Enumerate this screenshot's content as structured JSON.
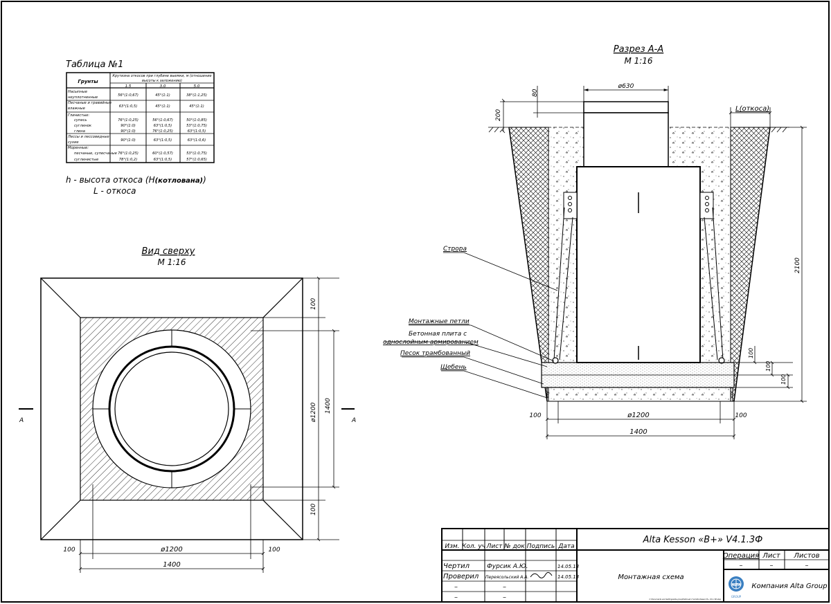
{
  "table": {
    "title": "Таблица №1",
    "col_group": "Грунты",
    "col_header_line1": "Крутизна откосов при глубине выемки, м (отношение",
    "col_header_line2": "высоты к заложению)",
    "depths": [
      "1.5",
      "3.0",
      "5.0"
    ],
    "rows": [
      {
        "name": [
          "Насыпные",
          "неуплотненные"
        ],
        "v": [
          "56°(1:0,67)",
          "45°(1:1)",
          "38°(1:1,25)"
        ]
      },
      {
        "name": [
          "Песчаные и гравийные",
          "влажные"
        ],
        "v": [
          "63°(1:0,5)",
          "45°(1:1)",
          "45°(1:1)"
        ]
      },
      {
        "name": [
          "Глинистые:"
        ],
        "v": [
          "",
          "",
          ""
        ]
      },
      {
        "name": [
          "супесь"
        ],
        "v": [
          "76°(1:0,25)",
          "56°(1:0,67)",
          "50°(1:0,85)"
        ]
      },
      {
        "name": [
          "суглинок"
        ],
        "v": [
          "90°(1:0)",
          "63°(1:0,5)",
          "53°(1:0,75)"
        ]
      },
      {
        "name": [
          "глина"
        ],
        "v": [
          "90°(1:0)",
          "76°(1:0,25)",
          "63°(1:0,5)"
        ]
      },
      {
        "name": [
          "Лессы и лессовидные",
          "сухие"
        ],
        "v": [
          "90°(1:0)",
          "63°(1:0,5)",
          "63°(1:0,6)"
        ]
      },
      {
        "name": [
          "Моренные:"
        ],
        "v": [
          "",
          "",
          ""
        ]
      },
      {
        "name": [
          "песчаные, супесчаные"
        ],
        "v": [
          "76°(1:0,25)",
          "60°(1:0,57)",
          "53°(1:0,75)"
        ]
      },
      {
        "name": [
          "суглинистые"
        ],
        "v": [
          "78°(1:0,2)",
          "63°(1:0,5)",
          "57°(1:0,65)"
        ]
      }
    ]
  },
  "legend": {
    "line1": "h - высота откоса (H",
    "line1_sub": "(котлована)",
    "line1_end": ")",
    "line2": "L - откоса"
  },
  "top_view": {
    "title": "Вид сверху",
    "scale": "М 1:16",
    "section_mark": "А",
    "dims": {
      "d1200": "ø1200",
      "w1400": "1400",
      "offset": "100"
    }
  },
  "section": {
    "title": "Разрез А-А",
    "scale": "М 1:16",
    "dims": {
      "d630": "ø630",
      "h80": "80",
      "h200": "200",
      "slope_l": "L(откоса)",
      "h2100": "2100",
      "h100": "100",
      "d1200": "ø1200",
      "w1400": "1400",
      "offset": "100"
    },
    "labels": {
      "sling": "Строра",
      "loops": "Монтажные петли",
      "slab1": "Бетонная плита с",
      "slab2": "однослойным армированием",
      "sand": "Песок трамбованный",
      "gravel": "Щебень"
    }
  },
  "title_block": {
    "headers": [
      "Изм.",
      "Кол. уч",
      "Лист",
      "№ док",
      "Подпись",
      "Дата"
    ],
    "drawn_role": "Чертил",
    "drawn_name": "Фурсик А.Ю.",
    "drawn_date": "14.05.13",
    "checked_role": "Проверил",
    "checked_name": "Переясольский А.А.",
    "checked_date": "14.05.13",
    "dash": "–",
    "product": "Alta Kesson «B+» V4.1.3Ф",
    "drawing_name": "Монтажная схема",
    "op_label": "Операция",
    "sheet_label": "Лист",
    "sheets_label": "Листов",
    "company": "Компания Alta Group",
    "logo_text": "ALTA",
    "logo_sub": "GROUP",
    "file_path": "C:\\Documents and Settings\\alta-group\\Рабочий стол\\Alta Kesson B+ V4.1.3Ф.dwg"
  }
}
